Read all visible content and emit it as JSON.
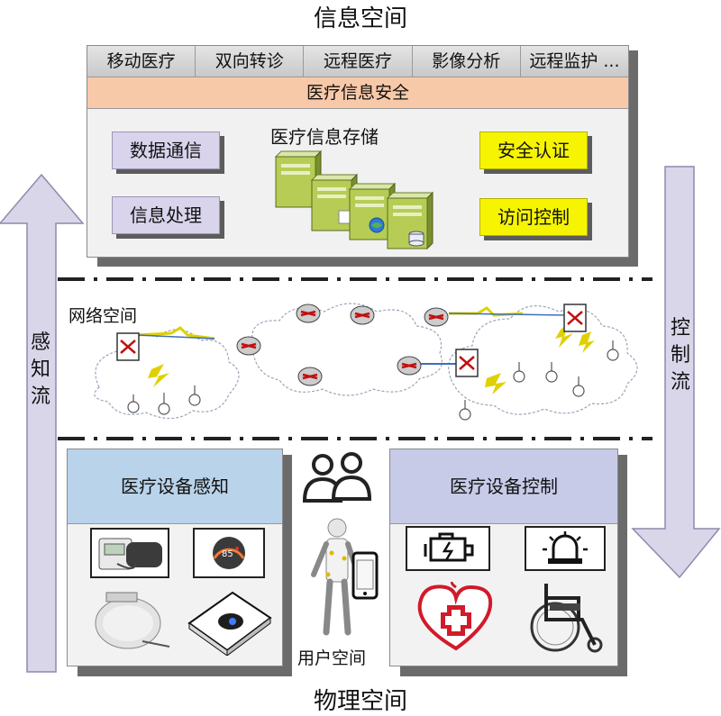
{
  "info_space": {
    "title": "信息空间",
    "tabs": [
      "移动医疗",
      "双向转诊",
      "远程医疗",
      "影像分析",
      "远程监护 ..."
    ],
    "security_bar": "医疗信息安全",
    "storage_label": "医疗信息存储",
    "left_chips": [
      "数据通信",
      "信息处理"
    ],
    "right_chips": [
      "安全认证",
      "访问控制"
    ]
  },
  "network_space": {
    "title": "网络空间"
  },
  "flows": {
    "left": "感知流",
    "right": "控制流"
  },
  "physical_space": {
    "title": "物理空间",
    "sensing_panel": {
      "title": "医疗设备感知"
    },
    "control_panel": {
      "title": "医疗设备控制"
    },
    "user_space": "用户空间",
    "monitor_reading": "85"
  },
  "colors": {
    "purple_chip": "#d9d4ec",
    "yellow_chip": "#f6f400",
    "security_bar": "#f8c9a8",
    "sensing_header": "#b9d3ea",
    "control_header": "#c7cbe8",
    "arrow": "#dad6ea"
  }
}
